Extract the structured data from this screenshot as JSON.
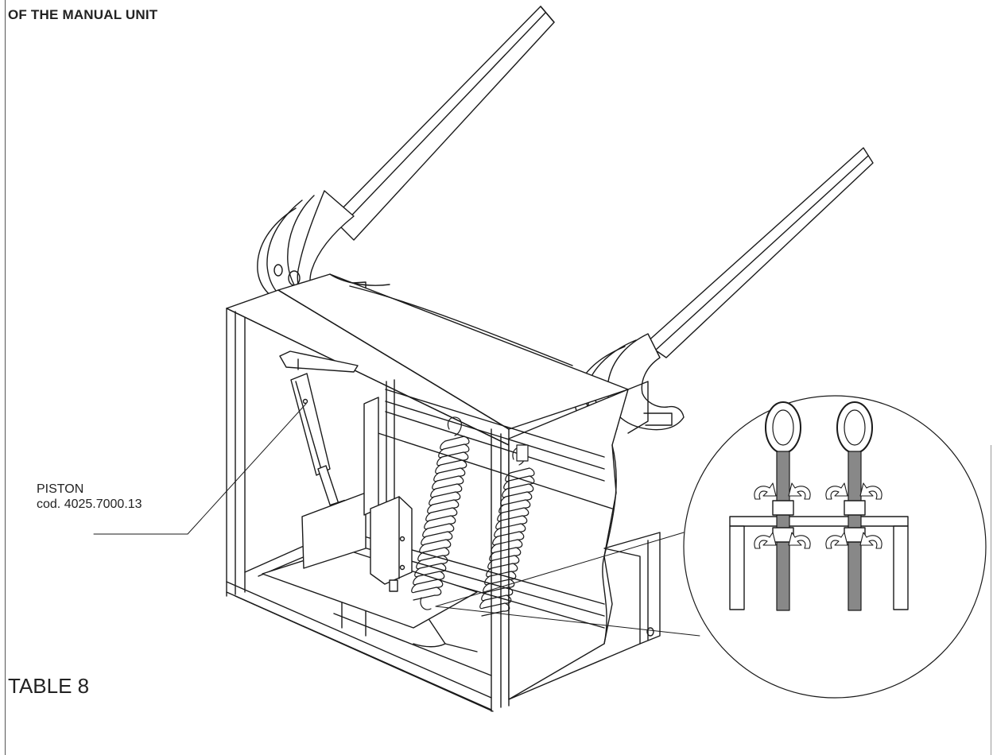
{
  "document": {
    "heading": "OF THE MANUAL UNIT",
    "table_label": "TABLE 8"
  },
  "callouts": {
    "piston": {
      "name": "PISTON",
      "code": "cod. 4025.7000.13"
    }
  }
}
